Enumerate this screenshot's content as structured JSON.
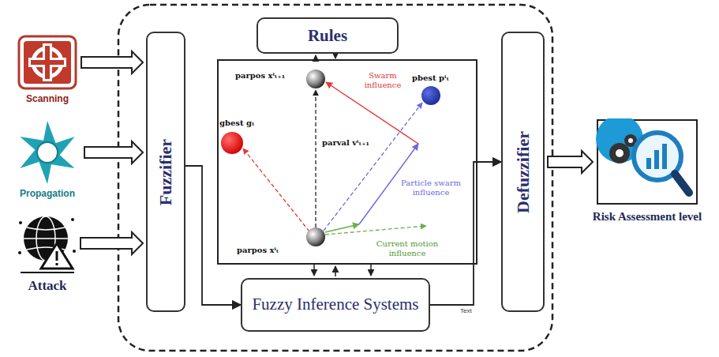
{
  "diagram": {
    "nodes": [
      {
        "text": [
          "Scanning"
        ]
      },
      {
        "text": [
          "Propagation"
        ]
      },
      {
        "text": [
          "Attack"
        ]
      },
      {
        "text": [
          "Fuzzifier"
        ]
      },
      {
        "text": [
          "Rules"
        ]
      },
      {
        "text": [
          "Fuzzy Inference Systems"
        ]
      },
      {
        "text": [
          "Defuzzifier"
        ]
      },
      {
        "text": [
          "Risk Assessment level"
        ]
      }
    ],
    "edges": [
      {
        "from": 0,
        "to": 3,
        "arrow": "to"
      },
      {
        "from": 1,
        "to": 3,
        "arrow": "to"
      },
      {
        "from": 2,
        "to": 3,
        "arrow": "to"
      },
      {
        "from": 3,
        "to": 5,
        "arrow": "to"
      },
      {
        "from": 5,
        "to": 6,
        "label": "Text",
        "arrow": "to"
      },
      {
        "from": 6,
        "to": 7,
        "arrow": "to"
      }
    ],
    "labels": [
      "parpos xⁱₜ₊₁",
      "Swarm influence",
      "pbest pⁱₜ",
      "gbest gₜ",
      "parval vⁱₜ₊₁",
      "Particle swarm influence",
      "parpos xⁱₜ",
      "Current motion influence"
    ]
  }
}
